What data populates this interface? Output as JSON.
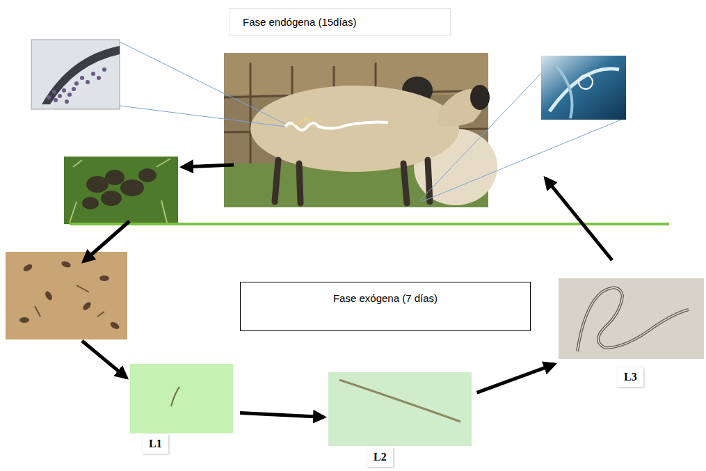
{
  "diagram": {
    "nodes": [
      {
        "text": [
          "Fase endógena (15días)"
        ]
      },
      {
        "text": [
          "Fase exógena (7 días)"
        ]
      },
      {
        "text": [
          "L1"
        ]
      },
      {
        "text": [
          "L2"
        ]
      },
      {
        "text": [
          "L3"
        ]
      }
    ],
    "edges": [
      {
        "from": 2,
        "to": 3,
        "arrow": "to"
      },
      {
        "from": 3,
        "to": 4,
        "arrow": "to"
      }
    ]
  }
}
